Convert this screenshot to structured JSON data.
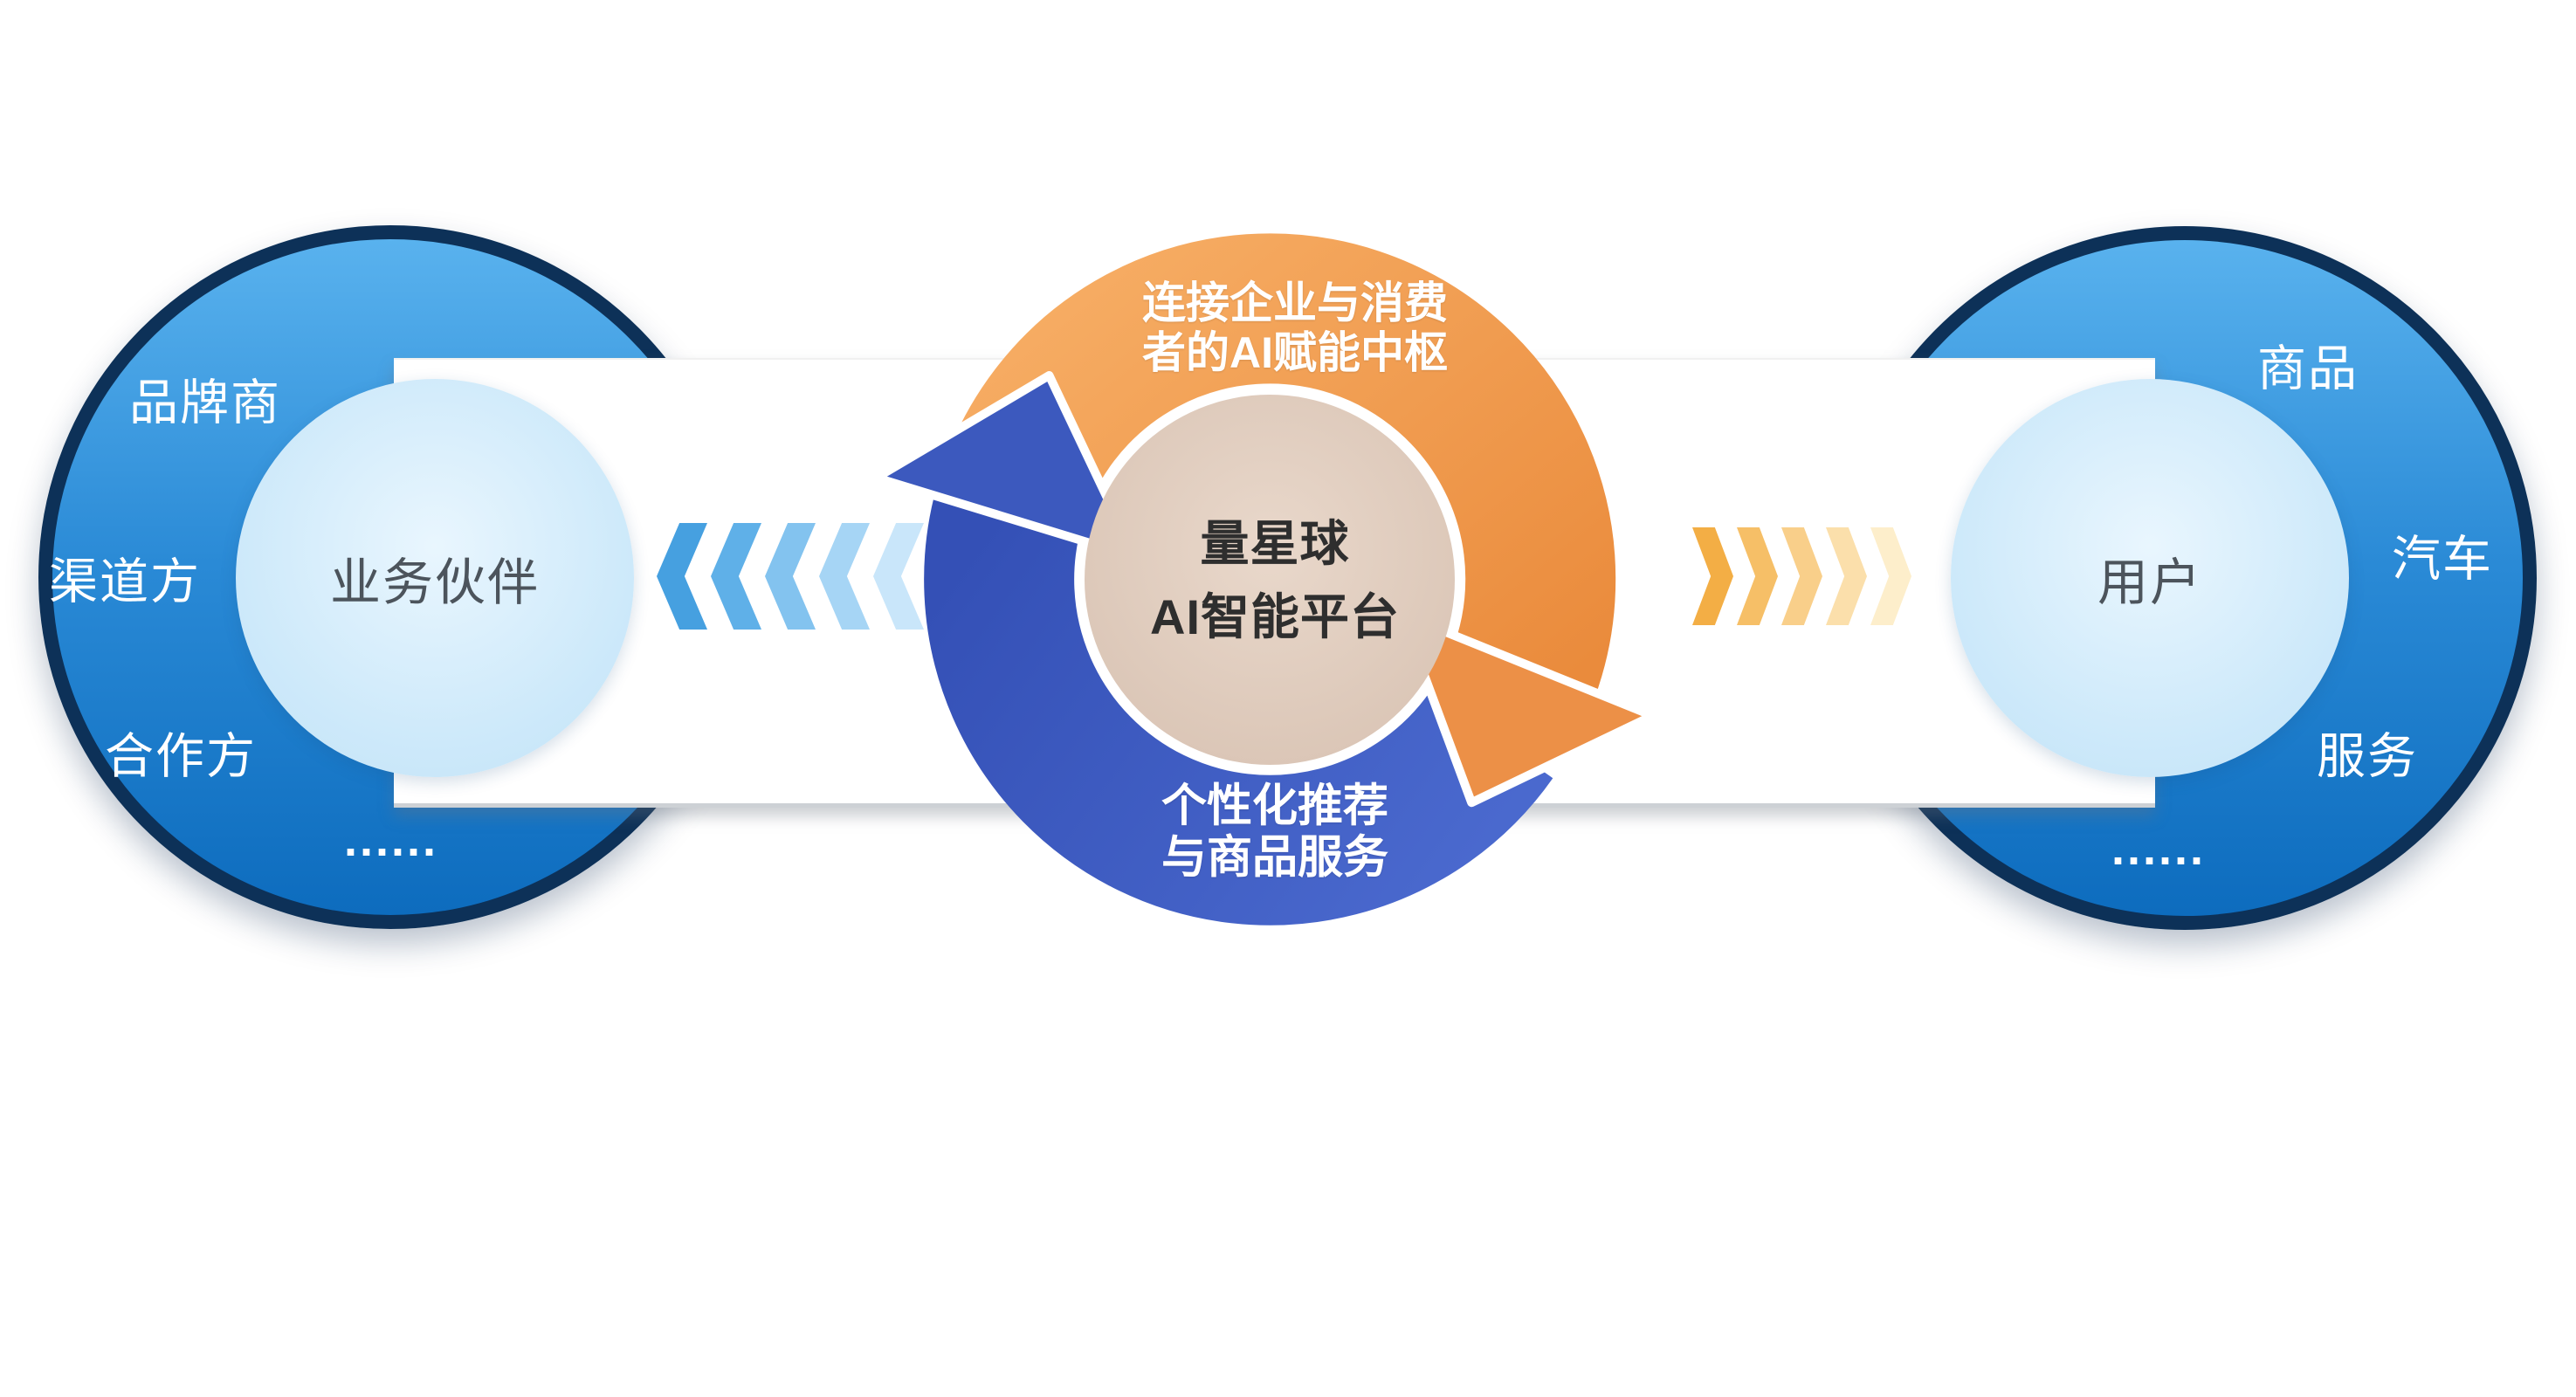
{
  "left_circle": {
    "inner_label": "业务伙伴",
    "satellites": [
      "品牌商",
      "渠道方",
      "合作方",
      "......"
    ]
  },
  "center": {
    "top_arc_line1": "连接企业与消费",
    "top_arc_line2": "者的AI赋能中枢",
    "core_line1": "量星球",
    "core_line2": "AI智能平台",
    "bottom_arc_line1": "个性化推荐",
    "bottom_arc_line2": "与商品服务"
  },
  "right_circle": {
    "inner_label": "用户",
    "satellites": [
      "商品",
      "汽车",
      "服务",
      "......"
    ]
  },
  "arrows": {
    "left_colors": [
      "#46a0e0",
      "#5fb0e8",
      "#83c3ef",
      "#a6d5f5",
      "#c9e6fa"
    ],
    "right_colors": [
      "#f3ae45",
      "#f6bf67",
      "#f9cf8a",
      "#fbdfab",
      "#fdeecb"
    ]
  },
  "colors": {
    "outer_circle_top": "#59b2ee",
    "outer_circle_bottom": "#0d6cbe",
    "outer_circle_border": "#0d3158",
    "inner_circle": "#cde9fa",
    "orange_arc": "#ee9348",
    "blue_arc": "#3c59be",
    "core_circle": "#dcc6b6",
    "band": "#ffffff"
  }
}
